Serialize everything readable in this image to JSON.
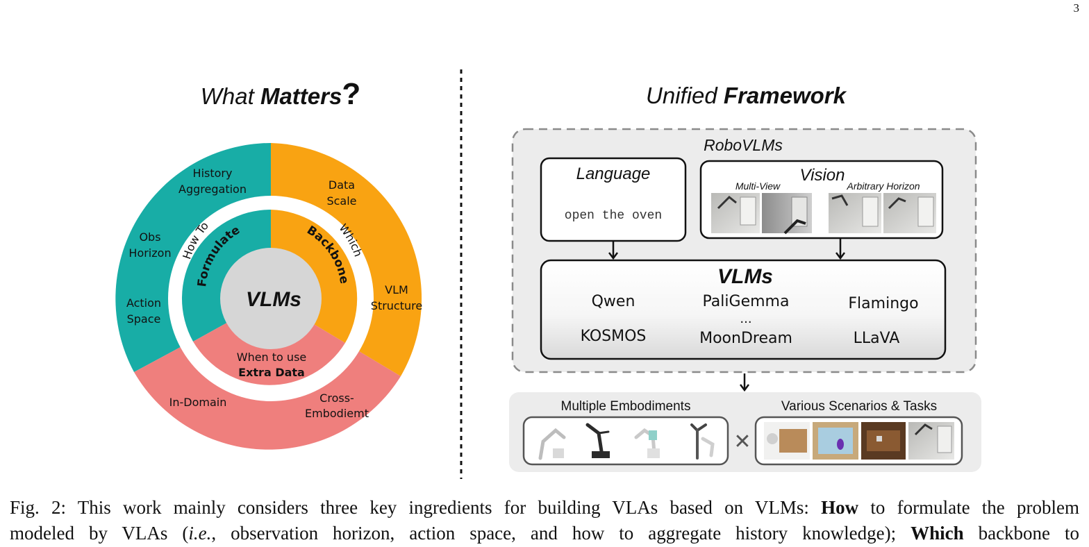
{
  "page_number": "3",
  "left_panel": {
    "title_normal": "What ",
    "title_bold": "Matters",
    "title_mark": "?",
    "center_label": "VLMs",
    "inner": {
      "formulate_top": "How To",
      "formulate_bold": "Formulate",
      "backbone_top": "Which",
      "backbone_bold": "Backbone",
      "extra_top": "When to use",
      "extra_bold": "Extra Data"
    },
    "outer": {
      "history_1": "History",
      "history_2": "Aggregation",
      "obs_1": "Obs",
      "obs_2": "Horizon",
      "action_1": "Action",
      "action_2": "Space",
      "data_1": "Data",
      "data_2": "Scale",
      "vlm_1": "VLM",
      "vlm_2": "Structure",
      "in_domain": "In-Domain",
      "cross_1": "Cross-",
      "cross_2": "Embodiemt"
    },
    "colors": {
      "teal": "#18ada6",
      "orange": "#f9a312",
      "pink": "#ef7f7d",
      "gray": "#d6d6d6"
    }
  },
  "right_panel": {
    "title_normal": "Unified ",
    "title_bold": "Framework",
    "robovlms": "RoboVLMs",
    "language_title": "Language",
    "language_text": "open the oven",
    "vision_title": "Vision",
    "multi_view": "Multi-View",
    "arbitrary_horizon": "Arbitrary Horizon",
    "vlms_title": "VLMs",
    "models": [
      "Qwen",
      "PaliGemma",
      "Flamingo",
      "KOSMOS",
      "MoonDream",
      "LLaVA"
    ],
    "ellipsis": "...",
    "multiple_embodiments": "Multiple Embodiments",
    "scenarios": "Various Scenarios & Tasks",
    "times": "✕"
  },
  "caption": {
    "l1_a": "Fig. 2: This work mainly considers three key ingredients for building VLAs based on VLMs: ",
    "l1_b": "How",
    "l1_c": " to formulate the problem",
    "l2_a": "modeled by VLAs (",
    "l2_b": "i.e.",
    "l2_c": ", observation horizon, action space, and how to aggregate history knowledge); ",
    "l2_d": "Which",
    "l2_e": " backbone to"
  }
}
